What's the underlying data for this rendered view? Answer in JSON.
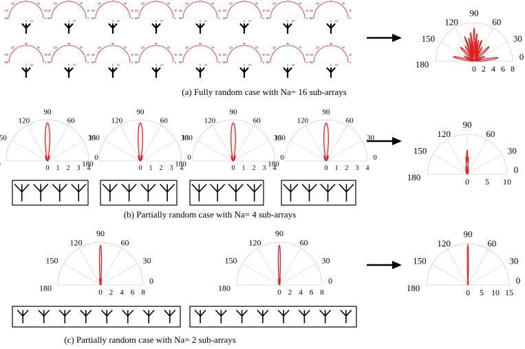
{
  "captions": {
    "a": "(a) Fully random case with Na= 16 sub-arrays",
    "b": "(b) Partially random case with Na= 4 sub-arrays",
    "c": "(c) Partially random case with Na= 2 sub-arrays"
  },
  "angle_labels": [
    "0",
    "30",
    "60",
    "90",
    "120",
    "150",
    "180"
  ],
  "panels": {
    "small_plot_angle_labels": [
      "90",
      "60",
      "120",
      "30",
      "150",
      "0",
      "180"
    ],
    "a_result_radial": [
      "0",
      "2",
      "4",
      "6",
      "8"
    ],
    "b_sub_radial": [
      "0",
      "1",
      "2",
      "3",
      "4"
    ],
    "b_result_radial": [
      "0",
      "5",
      "10"
    ],
    "c_sub_radial": [
      "0",
      "2",
      "4",
      "6",
      "8"
    ],
    "c_result_radial": [
      "0",
      "5",
      "10",
      "15"
    ]
  },
  "counts": {
    "a_subarrays": 16,
    "b_subarrays": 4,
    "b_elements_per_subarray": 4,
    "c_subarrays": 2,
    "c_elements_per_subarray": 8
  },
  "colors": {
    "pattern": "#e02020",
    "grid": "#cfcfcf",
    "ink": "#000000"
  },
  "icons": {
    "antenna": "antenna-icon",
    "arrow": "arrow-right-icon"
  }
}
